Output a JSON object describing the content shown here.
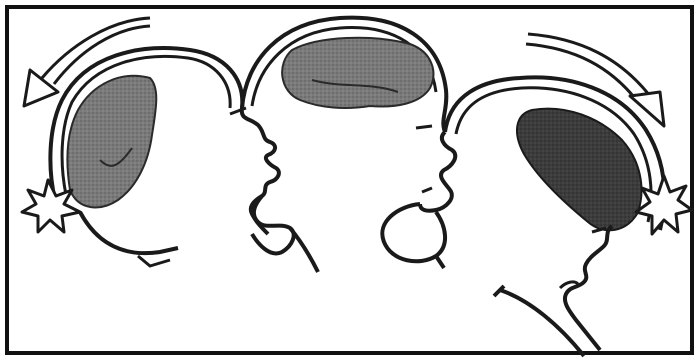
{
  "figure": {
    "colors": {
      "outline": "#1a1a1a",
      "brain_light": "#8a8a8a",
      "brain_medium": "#6f6f6f",
      "brain_dark": "#3a3a3a",
      "background": "#ffffff",
      "border": "#111111"
    },
    "panels": [
      {
        "name": "head-backward-impact",
        "icons": [
          "brain-icon",
          "impact-star-icon",
          "motion-arrow-icon"
        ]
      },
      {
        "name": "head-centered-brain",
        "icons": [
          "brain-icon"
        ]
      },
      {
        "name": "head-forward-impact",
        "icons": [
          "brain-icon",
          "impact-star-icon",
          "motion-arrow-icon"
        ]
      }
    ]
  }
}
